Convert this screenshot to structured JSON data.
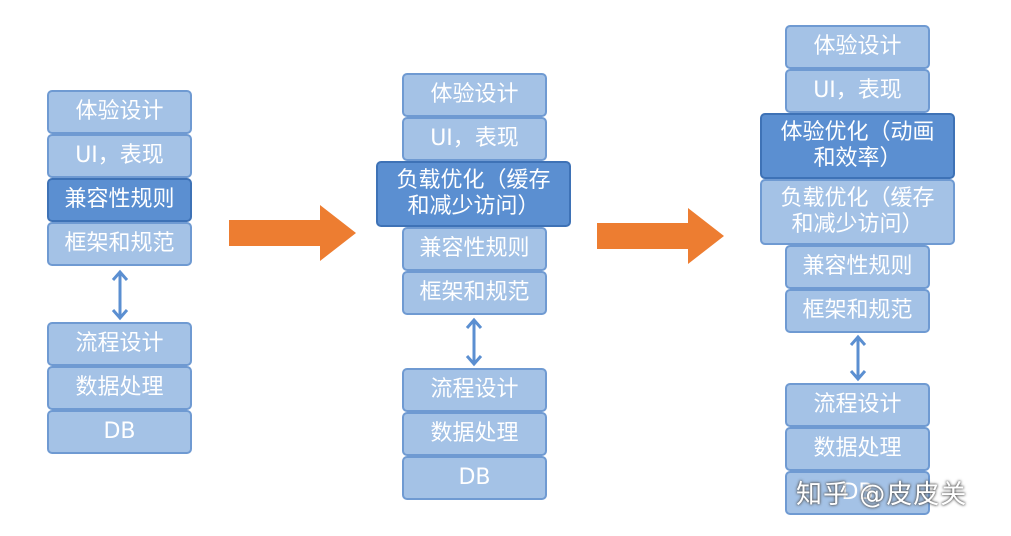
{
  "stacks": [
    {
      "top": [
        "体验设计",
        "UI，表现",
        "兼容性规则",
        "框架和规范"
      ],
      "bottom": [
        "流程设计",
        "数据处理",
        "DB"
      ],
      "highlight": 2
    },
    {
      "top": [
        "体验设计",
        "UI，表现",
        "负载优化（缓存\n和减少访问）",
        "兼容性规则",
        "框架和规范"
      ],
      "bottom": [
        "流程设计",
        "数据处理",
        "DB"
      ],
      "highlight": 2
    },
    {
      "top": [
        "体验设计",
        "UI，表现",
        "体验优化（动画\n和效率）",
        "负载优化（缓存\n和减少访问）",
        "兼容性规则",
        "框架和规范"
      ],
      "bottom": [
        "流程设计",
        "数据处理",
        "DB"
      ],
      "highlight": 2
    }
  ],
  "colors": {
    "block": "#a4c2e6",
    "highlight": "#5b8fd1",
    "arrow": "#ed7d31",
    "connector": "#5b8fd1"
  },
  "watermark": "知乎 @皮皮关"
}
